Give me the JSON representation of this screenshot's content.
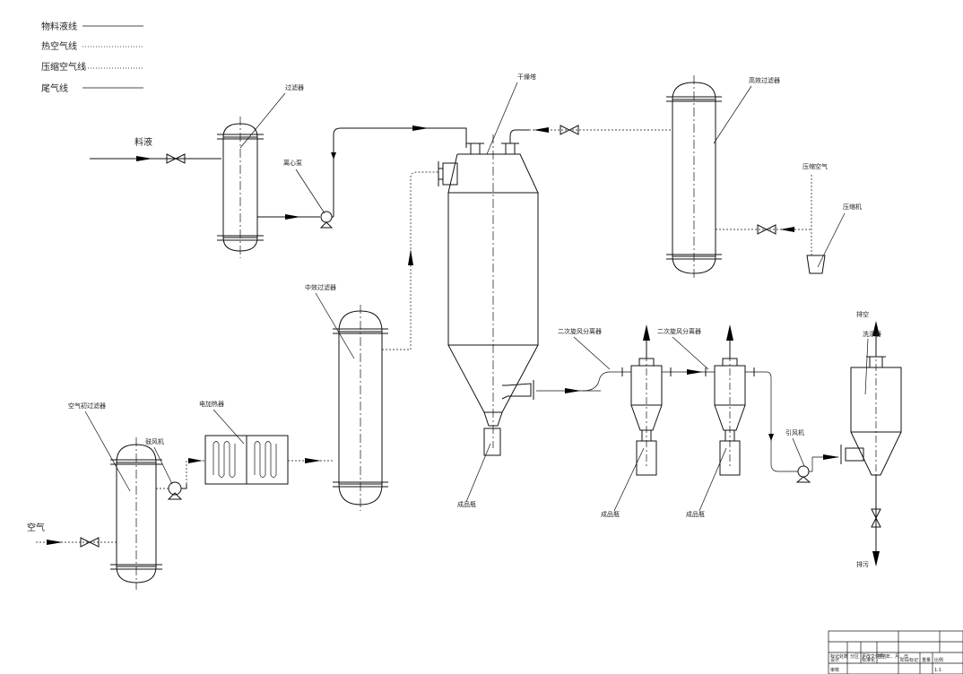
{
  "legend": {
    "items": [
      {
        "label": "物料液线",
        "style": "solid"
      },
      {
        "label": "热空气线",
        "style": "dotted"
      },
      {
        "label": "压缩空气线",
        "style": "dotted"
      },
      {
        "label": "尾气线",
        "style": "solid"
      }
    ]
  },
  "labels": {
    "feed_liquid": "料液",
    "filter": "过滤器",
    "centrifugal_pump": "离心泵",
    "drying_tower": "干燥塔",
    "high_eff_filter": "高效过滤器",
    "compressed_air": "压缩空气",
    "compressor": "压缩机",
    "medium_eff_filter": "中效过滤器",
    "air_coarse_filter": "空气初过滤器",
    "blower": "鼓风机",
    "electric_heater": "电加热器",
    "air": "空气",
    "product_bottle_main": "成品瓶",
    "cyclone_1": "二次旋风分离器",
    "cyclone_2": "二次旋风分离器",
    "product_bottle_1": "成品瓶",
    "product_bottle_2": "成品瓶",
    "induced_fan": "引风机",
    "scrubber": "洗涤器",
    "vent": "排空",
    "drain": "排污"
  },
  "title_block": {
    "cells": [
      "标记",
      "处数",
      "分区",
      "更改文件号",
      "签名",
      "年、月、日",
      "设计",
      "标准化",
      "阶段标记",
      "重量",
      "比例",
      "审核",
      "1:1"
    ]
  }
}
